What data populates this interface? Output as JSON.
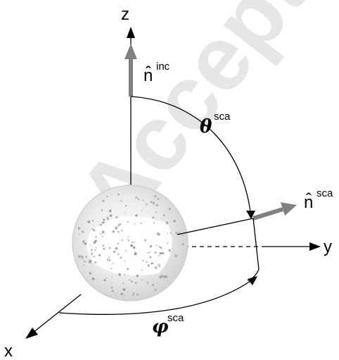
{
  "axes": {
    "x": "x",
    "y": "y",
    "z": "z"
  },
  "vectors": {
    "incident": {
      "base": "n̂",
      "sup": "inc"
    },
    "scattered": {
      "base": "n̂",
      "sup": "sca"
    }
  },
  "angles": {
    "theta": {
      "symbol": "θ",
      "sup": "sca"
    },
    "phi": {
      "symbol": "φ",
      "sup": "sca"
    }
  },
  "watermark": "Accepted",
  "colors": {
    "vector_arrow": "#808080",
    "axis": "#000000",
    "sphere_fill": "#e8e8e8",
    "watermark": "#e6e6e6"
  }
}
